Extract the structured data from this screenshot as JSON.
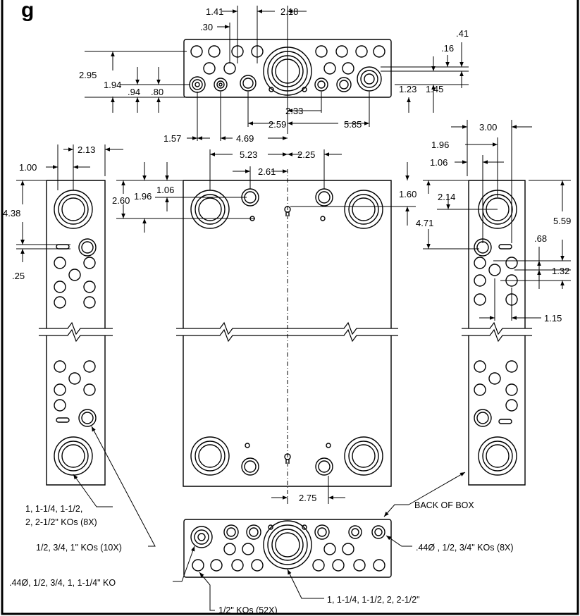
{
  "title_fragment": "g",
  "dimensions": {
    "d141": "1.41",
    "d218": "2.18",
    "d030": ".30",
    "d041": ".41",
    "d016": ".16",
    "d295": "2.95",
    "d194": "1.94",
    "d094": ".94",
    "d080": ".80",
    "d123": "1.23",
    "d145": "1.45",
    "d233": "2.33",
    "d259": "2.59",
    "d585": "5.85",
    "d157": "1.57",
    "d469": "4.69",
    "d213": "2.13",
    "d100": "1.00",
    "d438": "4.38",
    "d025": ".25",
    "d523": "5.23",
    "d225": "2.25",
    "d261": "2.61",
    "d260": "2.60",
    "d196a": "1.96",
    "d106a": "1.06",
    "d160": "1.60",
    "d300": "3.00",
    "d196b": "1.96",
    "d106b": "1.06",
    "d214": "2.14",
    "d471": "4.71",
    "d559": "5.59",
    "d068": ".68",
    "d132": "1.32",
    "d115": "1.15",
    "d275": "2.75"
  },
  "notes": {
    "ko_large_line1": "1, 1-1/4, 1-1/2,",
    "ko_large_line2": "2, 2-1/2\"  KOs (8X)",
    "ko_medium": "1/2, 3/4, 1\" KOs (10X)",
    "ko_combo": ".44Ø, 1/2, 3/4, 1, 1-1/4\" KO",
    "ko_half": "1/2\" KOs (52X)",
    "ko_center": "1, 1-1/4, 1-1/2, 2, 2-1/2\"",
    "back_of_box": "BACK OF BOX",
    "ko_small": ".44Ø , 1/2, 3/4\" KOs (8X)"
  }
}
